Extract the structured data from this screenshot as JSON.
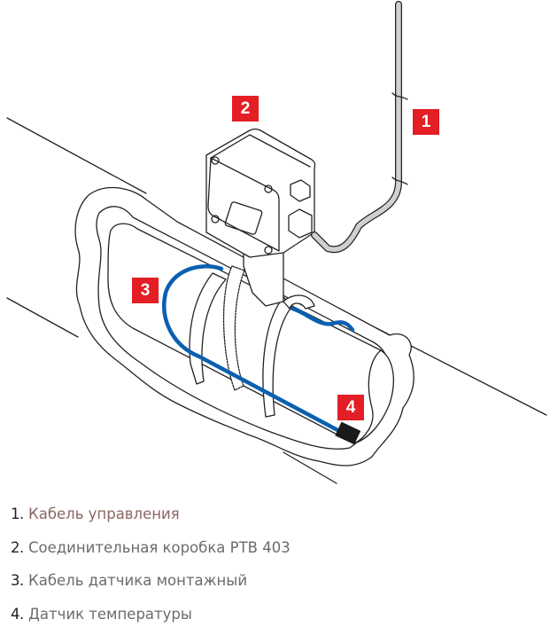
{
  "callouts": [
    "1",
    "2",
    "3",
    "4"
  ],
  "legend": [
    {
      "number": "1.",
      "label": "Кабель управления"
    },
    {
      "number": "2.",
      "label": "Соединительная коробка PTB 403"
    },
    {
      "number": "3.",
      "label": "Кабель датчика монтажный"
    },
    {
      "number": "4.",
      "label": "Датчик температуры"
    }
  ],
  "colors": {
    "badge": "#e31e24",
    "sensor_cable": "#0a60b0",
    "control_cable": "#cfd0d2",
    "outline": "#222222"
  }
}
